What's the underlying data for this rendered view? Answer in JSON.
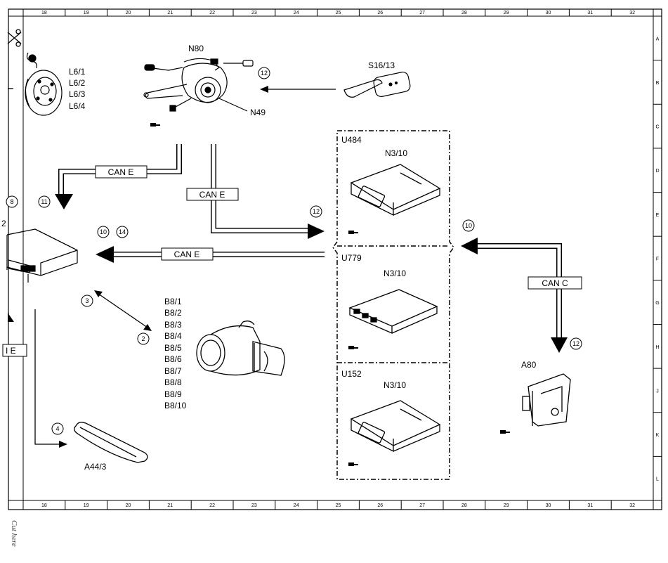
{
  "grid": {
    "columns": [
      "18",
      "19",
      "20",
      "21",
      "22",
      "23",
      "24",
      "25",
      "26",
      "27",
      "28",
      "29",
      "30",
      "31",
      "32"
    ],
    "rows": [
      "A",
      "B",
      "C",
      "D",
      "E",
      "F",
      "G",
      "H",
      "J",
      "K",
      "L"
    ]
  },
  "components": {
    "l6": [
      "L6/1",
      "L6/2",
      "L6/3",
      "L6/4"
    ],
    "n80": "N80",
    "n49": "N49",
    "s16": "S16/13",
    "b8": [
      "B8/1",
      "B8/2",
      "B8/3",
      "B8/4",
      "B8/5",
      "B8/6",
      "B8/7",
      "B8/8",
      "B8/9",
      "B8/10"
    ],
    "a44": "A44/3",
    "a80": "A80",
    "left_partial_label": "2",
    "left_partial_can": "I E"
  },
  "modules": [
    {
      "variant": "U484",
      "name": "N3/10"
    },
    {
      "variant": "U779",
      "name": "N3/10"
    },
    {
      "variant": "U152",
      "name": "N3/10"
    }
  ],
  "buses": {
    "can_e_1": "CAN E",
    "can_e_2": "CAN E",
    "can_e_3": "CAN E",
    "can_c": "CAN C"
  },
  "callouts": {
    "c8": "8",
    "c11": "11",
    "c12_top": "12",
    "c12_mid": "12",
    "c10_left": "10",
    "c14": "14",
    "c3": "3",
    "c2": "2",
    "c4": "4",
    "c10_right": "10",
    "c12_right": "12"
  },
  "cut_text": "Cut here"
}
